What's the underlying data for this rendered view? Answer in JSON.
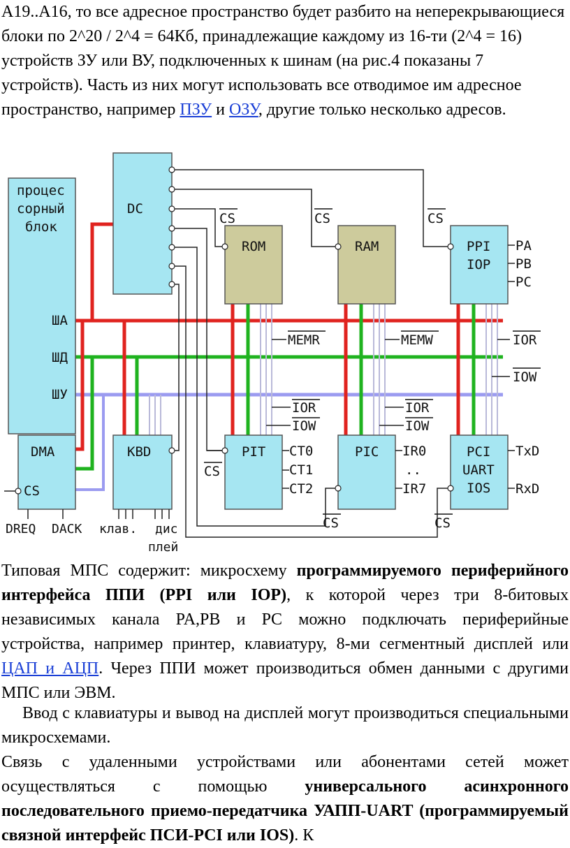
{
  "intro": {
    "text_before_pzu": "A19..A16, то все адресное пространство будет разбито на неперекрывающиеся блоки по 2^20 / 2^4 = 64Кб, принадлежащие каждому из 16-ти (2^4 = 16) устройств ЗУ или ВУ, подключенных к шинам (на рис.4 показаны 7 устройств). Часть из них могут использовать все отводимое им адресное пространство, например ",
    "link_pzu": "ПЗУ",
    "text_and": " и ",
    "link_ozu": "ОЗУ",
    "text_after": ", другие только несколько адресов."
  },
  "diagram": {
    "colors": {
      "address_bus": "#e0231f",
      "data_bus": "#1fb31f",
      "control_bus": "#9b9bf0",
      "chip_blue": "#a6e6f2",
      "chip_olive": "#cdcb9c"
    },
    "chips": {
      "cpu": "процес\nсорный\nблок",
      "dc": "DC",
      "rom": "ROM",
      "ram": "RAM",
      "ppi": "PPI\nIOP",
      "dma": "DMA",
      "dma_cs": "CS",
      "kbd": "KBD",
      "pit": "PIT",
      "pic": "PIC",
      "pci": "PCI\nUART\nIOS"
    },
    "bus_labels": [
      "ША",
      "ШД",
      "ШУ"
    ],
    "signals": {
      "cs": "CS",
      "memr": "MEMR",
      "memw": "MEMW",
      "ior": "IOR",
      "iow": "IOW",
      "ppi_ports": [
        "PA",
        "PB",
        "PC"
      ],
      "pit_outputs": [
        "CT0",
        "CT1",
        "CT2"
      ],
      "pic_inputs": [
        "IR0",
        "..",
        "IR7"
      ],
      "pci_outputs": [
        "TxD",
        "RxD"
      ],
      "dreq": "DREQ",
      "dack": "DACK",
      "klav": "клав.",
      "display_line1": "дис",
      "display_line2": "плей"
    }
  },
  "para2": {
    "t1": "Типовая МПС содержит: микросхему ",
    "b1": "программируемого периферийного интерфейса ППИ (PPI или IOP)",
    "t2": ", к которой через три 8-битовых независимых канала PA,PB и PC можно подключать периферийные устройства, например принтер, клавиатуру, 8-ми сегментный дисплей или ",
    "link": "ЦАП и АЦП",
    "t3": ". Через ППИ может производиться обмен данными с другими МПС или ЭВМ."
  },
  "para3": "Ввод с клавиатуры и вывод на дисплей могут производиться специальными микросхемами.",
  "para4": {
    "t1": "Связь с удаленными устройствами или абонентами сетей может осуществляться с помощью ",
    "b1": "универсального асинхронного последовательного приемо-передатчика УАПП-UART (программируемый связной интерфейс ПСИ-PCI или IOS)",
    "t2": ". К"
  }
}
